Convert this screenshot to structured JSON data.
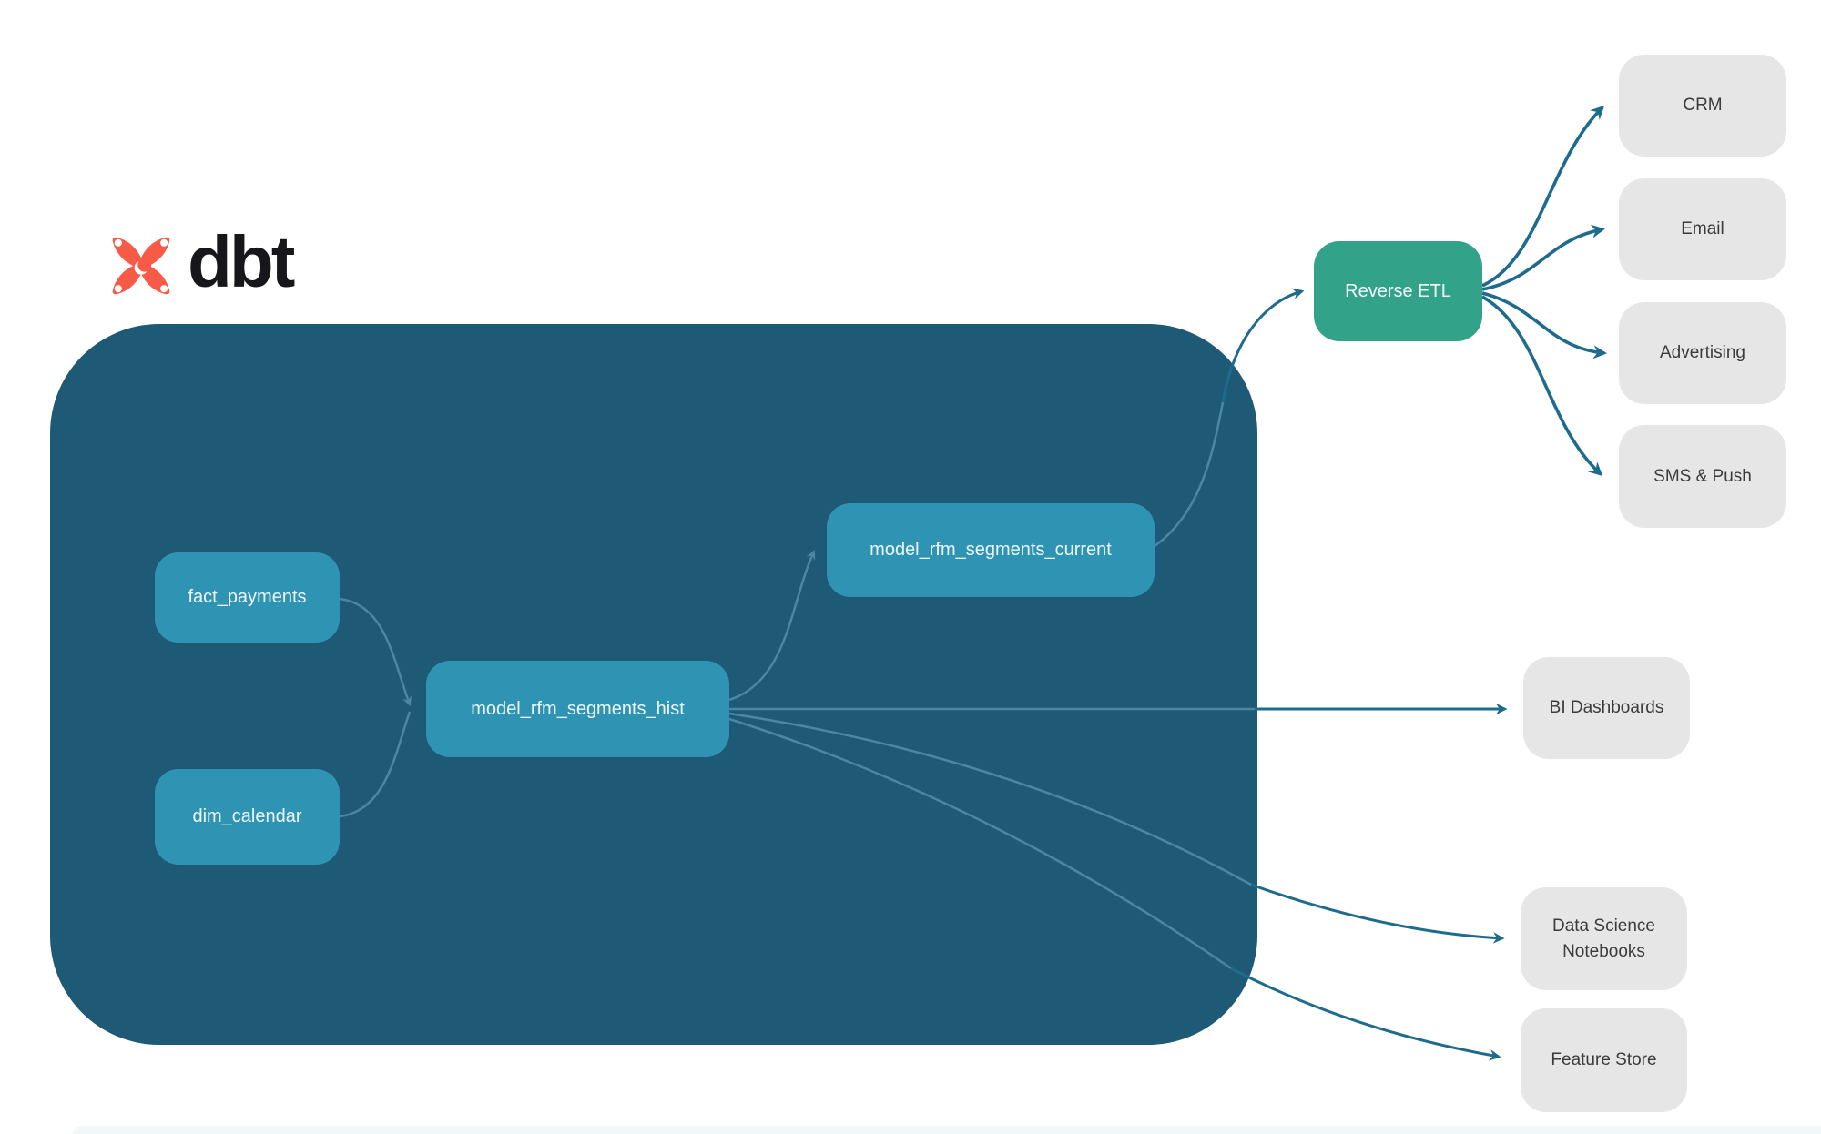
{
  "logo": {
    "text": "dbt"
  },
  "nodes": {
    "fact_payments": {
      "label": "fact_payments"
    },
    "dim_calendar": {
      "label": "dim_calendar"
    },
    "model_rfm_segments_hist": {
      "label": "model_rfm_segments_hist"
    },
    "model_rfm_segments_current": {
      "label": "model_rfm_segments_current"
    },
    "reverse_etl": {
      "label": "Reverse ETL"
    },
    "crm": {
      "label": "CRM"
    },
    "email": {
      "label": "Email"
    },
    "advertising": {
      "label": "Advertising"
    },
    "sms_push": {
      "label": "SMS & Push"
    },
    "bi_dashboards": {
      "label": "BI Dashboards"
    },
    "data_science_notebooks": {
      "label": "Data Science Notebooks"
    },
    "feature_store": {
      "label": "Feature Store"
    }
  },
  "colors": {
    "warehouse_container": "#1e5a76",
    "model_box": "#2f94b4",
    "reverse_etl_box": "#32a388",
    "destination_box": "#e6e6e6",
    "arrow_dark": "#1e6b8e",
    "arrow_inner": "#4d86a0",
    "logo_orange": "#f75b48"
  }
}
